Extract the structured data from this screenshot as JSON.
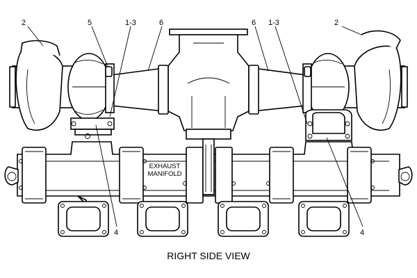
{
  "diagram": {
    "caption": "RIGHT SIDE VIEW",
    "part_label_line1": "EXHAUST",
    "part_label_line2": "MANIFOLD",
    "callouts": {
      "left_turbo": "2",
      "right_turbo": "2",
      "left_clamp": "5",
      "left_bolts": "1-3",
      "right_bolts": "1-3",
      "left_pipe": "6",
      "right_pipe": "6",
      "left_gasket": "4",
      "right_gasket": "4"
    }
  }
}
